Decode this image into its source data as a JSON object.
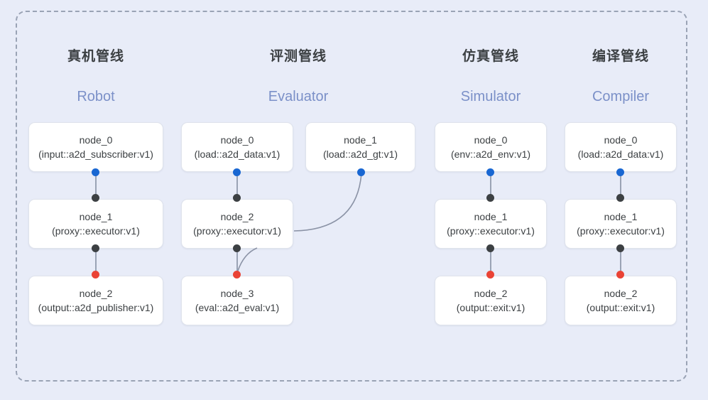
{
  "diagram": {
    "background_color": "#e8ecf8",
    "frame_border_color": "#9aa3b5",
    "port_colors": {
      "source": "#1967d2",
      "relay": "#3c4043",
      "sink": "#ea4335"
    }
  },
  "columns": [
    {
      "title_cn": "真机管线",
      "title_en": "Robot",
      "nodes": [
        {
          "name": "node_0",
          "spec": "(input::a2d_subscriber:v1)"
        },
        {
          "name": "node_1",
          "spec": "(proxy::executor:v1)"
        },
        {
          "name": "node_2",
          "spec": "(output::a2d_publisher:v1)"
        }
      ]
    },
    {
      "title_cn": "评测管线",
      "title_en": "Evaluator",
      "nodes": [
        {
          "name": "node_0",
          "spec": "(load::a2d_data:v1)"
        },
        {
          "name": "node_1",
          "spec": "(load::a2d_gt:v1)"
        },
        {
          "name": "node_2",
          "spec": "(proxy::executor:v1)"
        },
        {
          "name": "node_3",
          "spec": "(eval::a2d_eval:v1)"
        }
      ]
    },
    {
      "title_cn": "仿真管线",
      "title_en": "Simulator",
      "nodes": [
        {
          "name": "node_0",
          "spec": "(env::a2d_env:v1)"
        },
        {
          "name": "node_1",
          "spec": "(proxy::executor:v1)"
        },
        {
          "name": "node_2",
          "spec": "(output::exit:v1)"
        }
      ]
    },
    {
      "title_cn": "编译管线",
      "title_en": "Compiler",
      "nodes": [
        {
          "name": "node_0",
          "spec": "(load::a2d_data:v1)"
        },
        {
          "name": "node_1",
          "spec": "(proxy::executor:v1)"
        },
        {
          "name": "node_2",
          "spec": "(output::exit:v1)"
        }
      ]
    }
  ]
}
